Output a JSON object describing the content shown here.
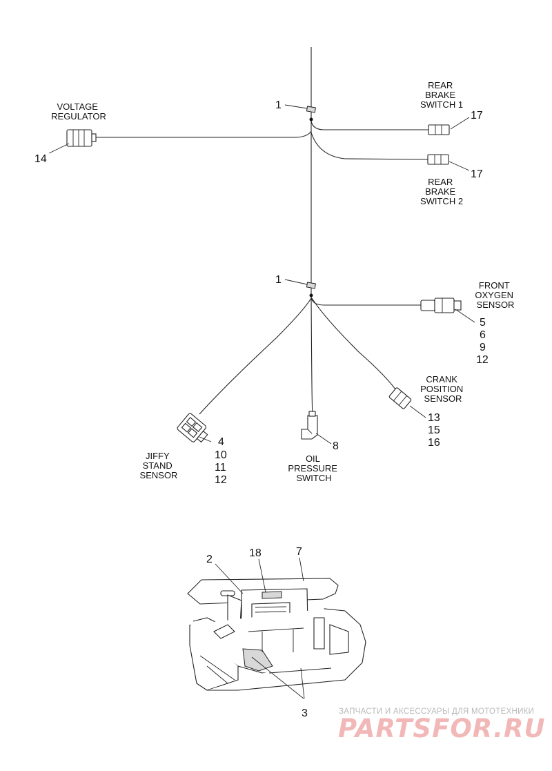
{
  "labels": {
    "voltage_regulator": [
      "VOLTAGE",
      "REGULATOR"
    ],
    "rear_brake_switch_1": [
      "REAR",
      "BRAKE",
      "SWITCH 1"
    ],
    "rear_brake_switch_2": [
      "REAR",
      "BRAKE",
      "SWITCH 2"
    ],
    "front_oxygen_sensor": [
      "FRONT",
      "OXYGEN",
      "SENSOR"
    ],
    "crank_position_sensor": [
      "CRANK",
      "POSITION",
      "SENSOR"
    ],
    "oil_pressure_switch": [
      "OIL",
      "PRESSURE",
      "SWITCH"
    ],
    "jiffy_stand_sensor": [
      "JIFFY",
      "STAND",
      "SENSOR"
    ]
  },
  "callouts": {
    "clip_upper": "1",
    "clip_lower": "1",
    "voltage_regulator": "14",
    "rear_brake_1": "17",
    "rear_brake_2": "17",
    "front_oxygen": [
      "5",
      "6",
      "9",
      "12"
    ],
    "crank_position": [
      "13",
      "15",
      "16"
    ],
    "oil_pressure": "8",
    "jiffy_stand": [
      "4",
      "10",
      "11",
      "12"
    ],
    "bracket_2": "2",
    "bracket_18": "18",
    "bracket_7": "7",
    "bracket_3": "3"
  },
  "watermark": {
    "tagline": "ЗАПЧАСТИ И АКСЕССУАРЫ ДЛЯ МОТОТЕХНИКИ",
    "brand": "PARTSFOR.RU"
  },
  "colors": {
    "line": "#222222",
    "watermark_brand": "#f2b8b8",
    "watermark_tagline": "#b9b9b9"
  }
}
